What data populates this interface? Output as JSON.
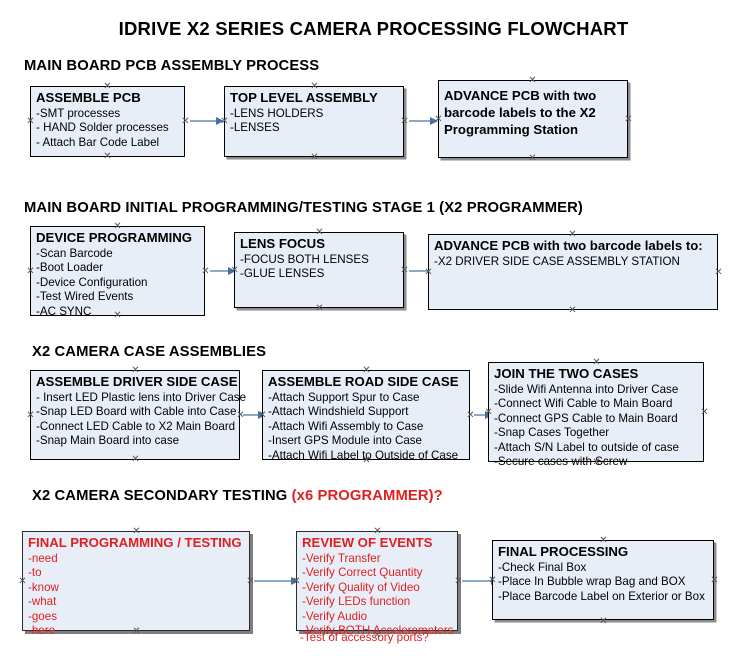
{
  "document": {
    "title": "IDRIVE X2  SERIES CAMERA PROCESSING FLOWCHART"
  },
  "colors": {
    "box_fill": "#e8eef8",
    "box_border": "#000000",
    "box_shadow": "#8c8c8c",
    "connector": "#8fa9c4",
    "arrowhead": "#4472a8",
    "accent_red": "#e02020",
    "text": "#000000"
  },
  "sections": [
    {
      "id": "main-board-pcb-assembly",
      "heading": "MAIN BOARD PCB ASSEMBLY PROCESS",
      "heading_accent": "",
      "boxes": [
        {
          "id": "assemble-pcb",
          "header": "ASSEMBLE PCB",
          "lines": [
            "-SMT processes",
            "- HAND Solder processes",
            "- Attach Bar Code Label"
          ]
        },
        {
          "id": "top-level-assembly",
          "header": "TOP LEVEL ASSEMBLY",
          "lines": [
            "-LENS HOLDERS",
            "-LENSES"
          ]
        },
        {
          "id": "advance-pcb-to-x2-programming-station",
          "header": "ADVANCE PCB with two barcode labels to the  X2 Programming Station",
          "lines": []
        }
      ]
    },
    {
      "id": "main-board-initial-programming",
      "heading": "MAIN BOARD INITIAL PROGRAMMING/TESTING STAGE 1 (X2 PROGRAMMER)",
      "heading_accent": "",
      "boxes": [
        {
          "id": "device-programming",
          "header": "DEVICE PROGRAMMING",
          "lines": [
            "-Scan Barcode",
            "-Boot Loader",
            "-Device Configuration",
            "-Test Wired Events",
            "-AC SYNC"
          ]
        },
        {
          "id": "lens-focus",
          "header": "LENS FOCUS",
          "lines": [
            "-FOCUS BOTH LENSES",
            "-GLUE LENSES"
          ]
        },
        {
          "id": "advance-pcb-to-driver-side-case",
          "header": "ADVANCE PCB with two barcode labels to:",
          "lines": [
            "-X2 DRIVER  SIDE  CASE  ASSEMBLY STATION"
          ]
        }
      ]
    },
    {
      "id": "x2-camera-case-assemblies",
      "heading": "X2 CAMERA CASE ASSEMBLIES",
      "heading_accent": "",
      "boxes": [
        {
          "id": "assemble-driver-side-case",
          "header": "ASSEMBLE DRIVER SIDE CASE",
          "lines": [
            "- Insert LED Plastic lens into Driver Case",
            "-Snap LED Board with Cable into Case",
            "-Connect LED Cable to X2 Main Board",
            "-Snap Main Board into case"
          ]
        },
        {
          "id": "assemble-road-side-case",
          "header": "ASSEMBLE ROAD SIDE CASE",
          "lines": [
            "-Attach Support Spur to Case",
            "-Attach Windshield Support",
            "-Attach Wifi Assembly to Case",
            "-Insert GPS Module into Case",
            "-Attach Wifi Label to Outside of Case"
          ]
        },
        {
          "id": "join-the-two-cases",
          "header": "JOIN THE TWO CASES",
          "lines": [
            "-Slide Wifi Antenna into Driver Case",
            "-Connect Wifi Cable to Main Board",
            "-Connect GPS Cable to Main Board",
            "-Snap Cases Together",
            "-Attach S/N Label to outside of case",
            "-Secure cases with Screw"
          ]
        }
      ]
    },
    {
      "id": "x2-camera-secondary-testing",
      "heading": "X2 CAMERA SECONDARY TESTING ",
      "heading_accent": "(x6 PROGRAMMER)?",
      "boxes": [
        {
          "id": "final-programming-testing",
          "header": "FINAL PROGRAMMING / TESTING",
          "lines": [
            "-need",
            "-to",
            "-know",
            "-what",
            "-goes",
            "-here"
          ]
        },
        {
          "id": "review-of-events",
          "header": "REVIEW OF EVENTS",
          "lines": [
            "-Verify Transfer",
            "-Verify Correct Quantity",
            "-Verify Quality of Video",
            "-Verify LEDs function",
            "-Verify Audio",
            "-Verify BOTH Accelerometers"
          ],
          "overflow_line": "-Test of accessory ports?"
        },
        {
          "id": "final-processing",
          "header": "FINAL PROCESSING",
          "lines": [
            " -Check Final Box",
            "-Place In Bubble wrap Bag and BOX",
            "-Place Barcode Label on Exterior or Box"
          ]
        }
      ]
    }
  ]
}
